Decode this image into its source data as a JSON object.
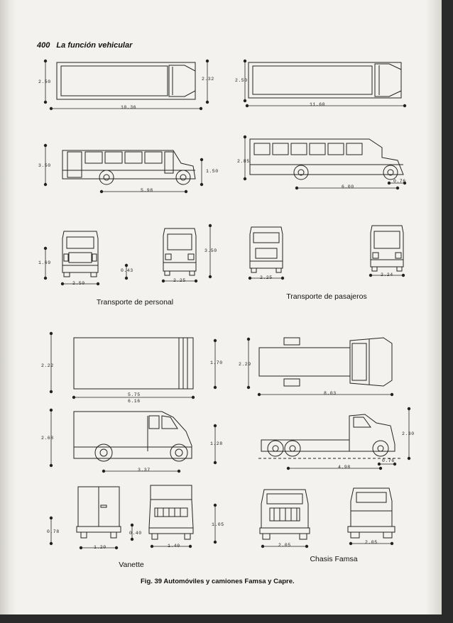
{
  "header": {
    "page_number": "400",
    "title": "La función vehicular"
  },
  "captions": {
    "personal": "Transporte de personal",
    "pasajeros": "Transporte de pasajeros",
    "vanette": "Vanette",
    "chasis": "Chasis Famsa",
    "figure": "Fig. 39  Automóviles y camiones Famsa y Capre."
  },
  "dimensions": {
    "top_l_height": "2.50",
    "top_l_height_r": "2.32",
    "top_l_length": "10.36",
    "top_r_height": "2.50",
    "top_r_length": "11.60",
    "side_l_height": "3.50",
    "side_l_height_r": "1.50",
    "side_l_length": "5.98",
    "side_r_height": "2.85",
    "side_r_length": "6.00",
    "side_r_overhang": "0.76",
    "front_l_height": "1.69",
    "front_l_width": "2.50",
    "front_l_clear": "0.43",
    "rear_l_width": "2.25",
    "front_r_height": "3.50",
    "front_r_width": "2.25",
    "rear_r_width": "2.24",
    "van_top_height": "2.22",
    "van_top_len1": "5.75",
    "van_top_len2": "6.16",
    "van_top_height_r": "1.70",
    "ch_top_height": "2.29",
    "ch_top_length": "8.03",
    "van_side_height": "2.68",
    "van_side_height_r": "1.28",
    "van_side_length": "3.37",
    "ch_side_height": "2.30",
    "ch_side_length": "4.98",
    "ch_side_overhang": "0.76",
    "van_rear_height": "0.78",
    "van_rear_width": "1.20",
    "van_front_clear": "0.40",
    "van_front_width": "1.40",
    "van_front_height": "1.05",
    "ch_front_width": "2.05",
    "ch_rear_width": "2.05"
  }
}
